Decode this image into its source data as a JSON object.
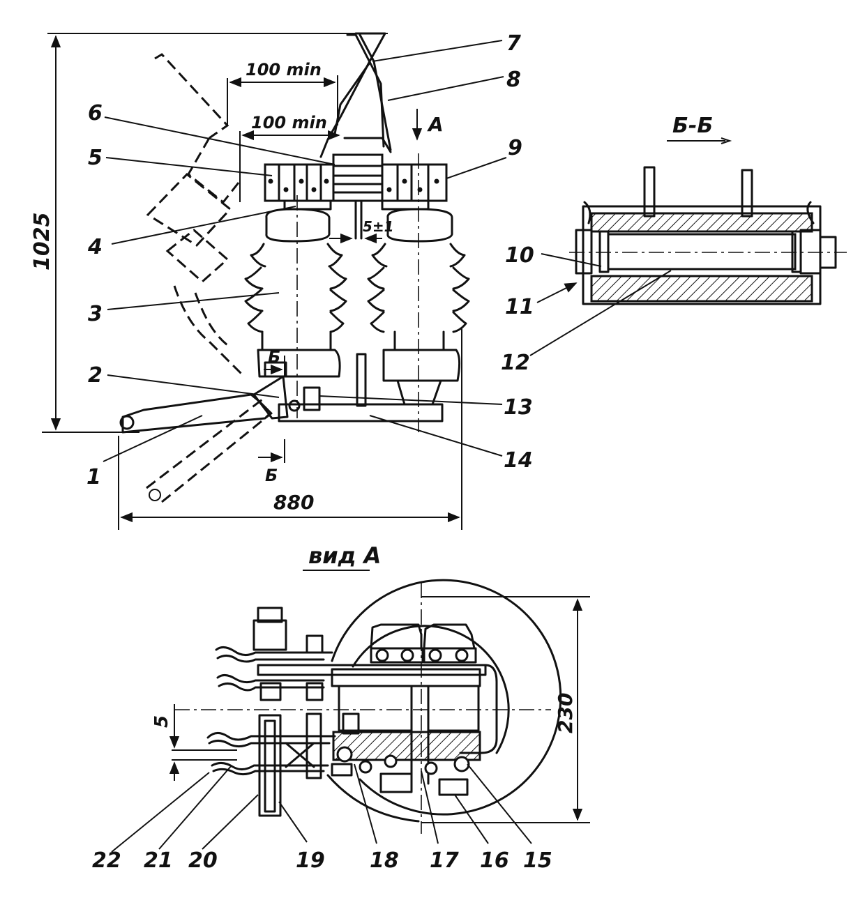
{
  "labels": {
    "positions": [
      "1",
      "2",
      "3",
      "4",
      "5",
      "6",
      "7",
      "8",
      "9",
      "10",
      "11",
      "12",
      "13",
      "14",
      "15",
      "16",
      "17",
      "18",
      "19",
      "20",
      "21",
      "22"
    ]
  },
  "dimensions": {
    "height_total": "1025",
    "width_total": "880",
    "gap_upper": "100 min",
    "gap_lower": "100 min",
    "gap_contact": "5±1",
    "view_a_height": "230",
    "view_a_gap": "5"
  },
  "views": {
    "section_title": "Б-Б",
    "section_marker": "Б",
    "view_arrow": "А",
    "view_title": "вид А"
  },
  "colors": {
    "ink": "#111111",
    "paper": "#ffffff"
  }
}
